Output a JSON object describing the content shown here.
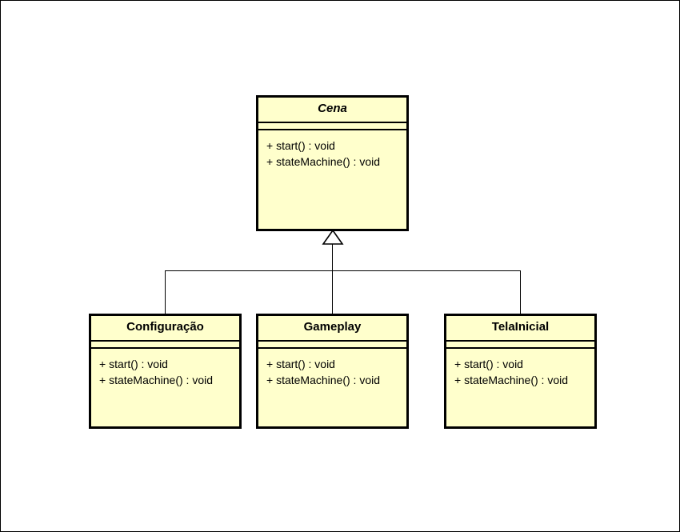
{
  "diagram": {
    "type": "uml-class-diagram",
    "background_color": "#ffffff",
    "class_fill_color": "#ffffcc",
    "border_color": "#000000",
    "relationship": "generalization",
    "classes": [
      {
        "id": "cena",
        "name": "Cena",
        "abstract": true,
        "attributes": [],
        "operations": [
          "+ start() : void",
          "+ stateMachine() : void"
        ]
      },
      {
        "id": "configuracao",
        "name": "Configuração",
        "abstract": false,
        "attributes": [],
        "operations": [
          "+ start() : void",
          "+ stateMachine() : void"
        ]
      },
      {
        "id": "gameplay",
        "name": "Gameplay",
        "abstract": false,
        "attributes": [],
        "operations": [
          "+ start() : void",
          "+ stateMachine() : void"
        ]
      },
      {
        "id": "telainicial",
        "name": "TelaInicial",
        "abstract": false,
        "attributes": [],
        "operations": [
          "+ start() : void",
          "+ stateMachine() : void"
        ]
      }
    ]
  }
}
